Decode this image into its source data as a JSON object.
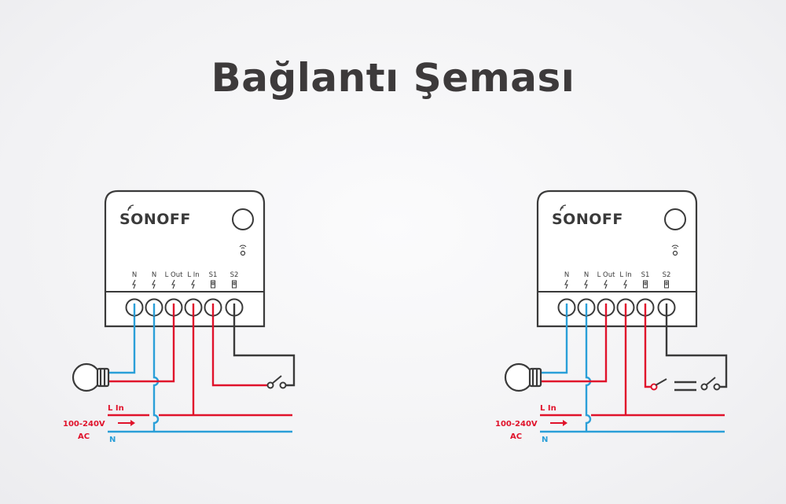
{
  "title": "Bağlantı Şeması",
  "colors": {
    "live": "#e0122b",
    "neutral": "#2a9fd8",
    "switch_wire": "#3a3a3a",
    "device_stroke": "#3a3a3a"
  },
  "device": {
    "brand": "SONOFF",
    "terminals": [
      "N",
      "N",
      "L Out",
      "L In",
      "S1",
      "S2"
    ],
    "icons": [
      "bolt-icon",
      "bolt-icon",
      "bolt-icon",
      "bolt-icon",
      "switch-terminal-icon",
      "switch-terminal-icon"
    ]
  },
  "diagrams": [
    {
      "name": "single-switch",
      "labels": {
        "l_in": "L In",
        "voltage": "100-240V",
        "ac": "AC",
        "n": "N"
      }
    },
    {
      "name": "two-way-switch",
      "labels": {
        "l_in": "L In",
        "voltage": "100-240V",
        "ac": "AC",
        "n": "N"
      }
    }
  ]
}
